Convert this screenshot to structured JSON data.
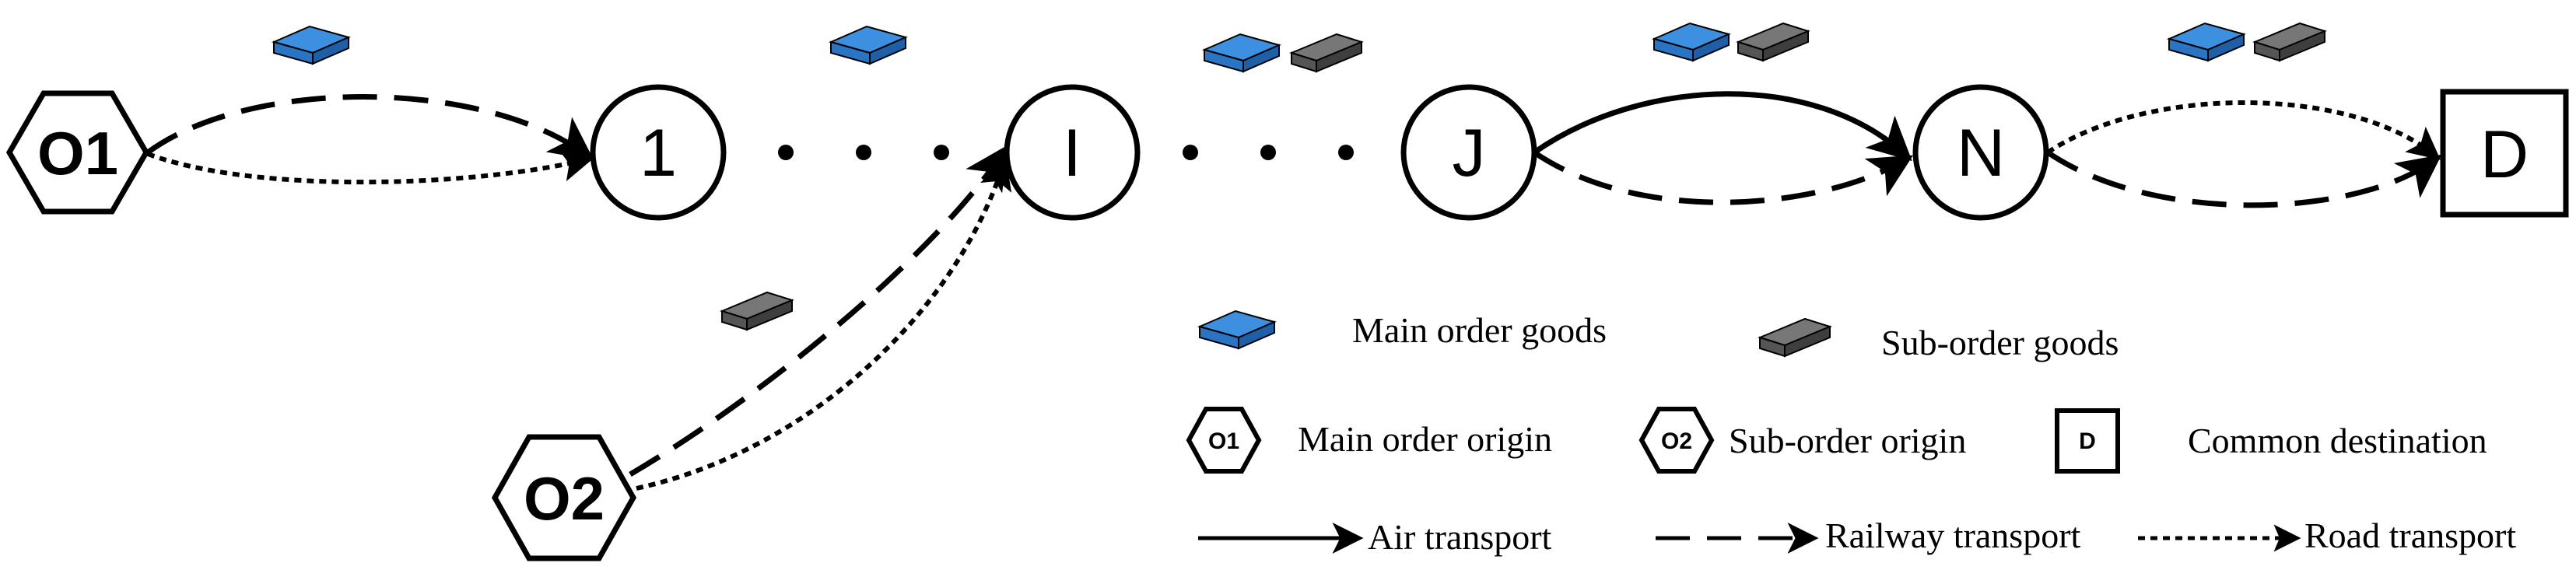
{
  "nodes": {
    "o1": "O1",
    "n1": "1",
    "ni": "I",
    "nj": "J",
    "nn": "N",
    "d": "D",
    "o2": "O2"
  },
  "legend": {
    "main_goods": "Main order goods",
    "sub_goods": "Sub-order goods",
    "main_origin": "Main order origin",
    "sub_origin": "Sub-order origin",
    "destination": "Common destination",
    "air": "Air transport",
    "railway": "Railway transport",
    "road": "Road transport",
    "icon_o1": "O1",
    "icon_o2": "O2",
    "icon_d": "D"
  },
  "colors": {
    "main_goods_top": "#3d8fe0",
    "main_goods_side": "#1f5fa8",
    "sub_goods_top": "#777777",
    "sub_goods_side": "#3e3e3e"
  }
}
